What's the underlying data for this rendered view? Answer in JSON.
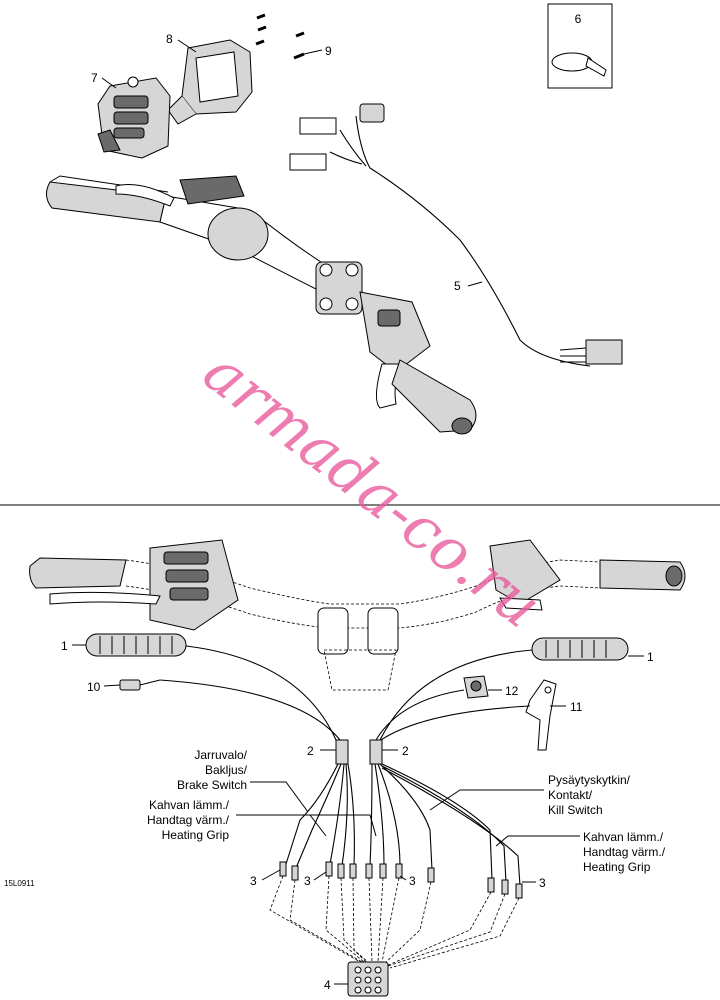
{
  "diagram": {
    "code": "15L0911",
    "watermark": "armada-co.ru",
    "callouts": {
      "c1a": "1",
      "c1b": "1",
      "c2a": "2",
      "c2b": "2",
      "c3a": "3",
      "c3b": "3",
      "c3c": "3",
      "c3d": "3",
      "c4": "4",
      "c5": "5",
      "c6": "6",
      "c7": "7",
      "c8": "8",
      "c9": "9",
      "c10": "10",
      "c11": "11",
      "c12": "12"
    },
    "labels": {
      "brake": [
        "Jarruvalo/",
        "Bakljus/",
        "Brake Switch"
      ],
      "heat_left": [
        "Kahvan lämm./",
        "Handtag värm./",
        "Heating Grip"
      ],
      "kill": [
        "Pysäytyskytkin/",
        "Kontakt/",
        "Kill Switch"
      ],
      "heat_right": [
        "Kahvan lämm./",
        "Handtag värm./",
        "Heating Grip"
      ]
    }
  }
}
